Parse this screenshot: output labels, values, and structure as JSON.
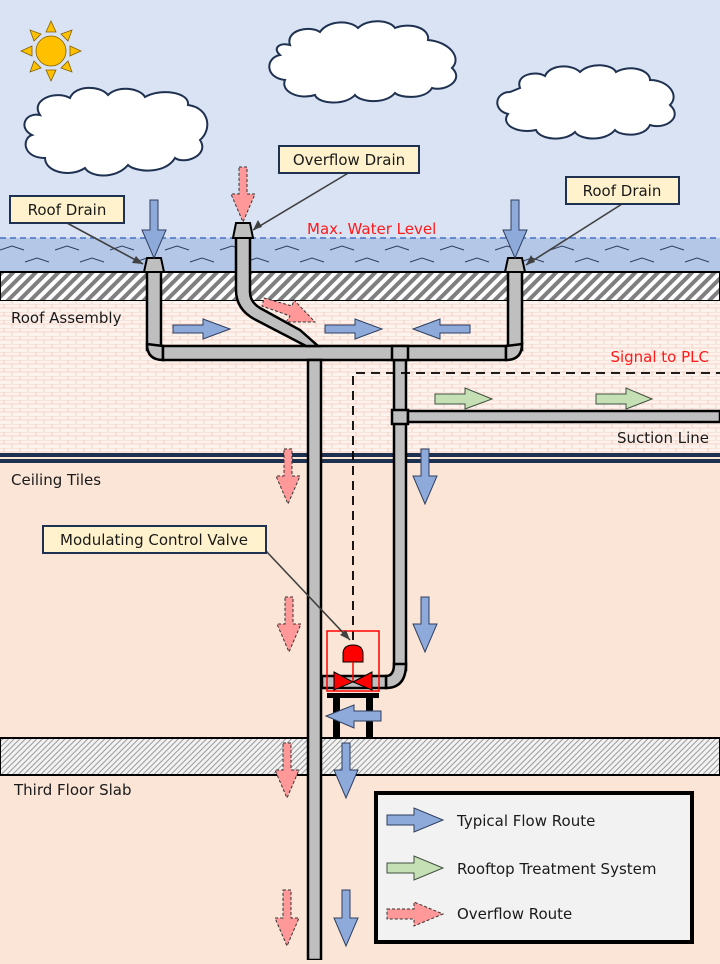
{
  "diagram": {
    "title": "Rooftop stormwater drainage and treatment diagram",
    "callouts": {
      "roof_drain_left": "Roof Drain",
      "overflow_drain": "Overflow Drain",
      "roof_drain_right": "Roof Drain",
      "modulating_valve": "Modulating Control Valve"
    },
    "labels": {
      "max_water_level": "Max. Water Level",
      "roof_assembly": "Roof Assembly",
      "signal_to_plc": "Signal to PLC",
      "suction_line": "Suction Line",
      "ceiling_tiles": "Ceiling Tiles",
      "third_floor_slab": "Third Floor Slab"
    },
    "legend": {
      "items": [
        {
          "label": "Typical Flow Route",
          "style": "blue-solid"
        },
        {
          "label": "Rooftop Treatment System",
          "style": "green-solid"
        },
        {
          "label": "Overflow Route",
          "style": "red-dashed"
        }
      ]
    },
    "colors": {
      "sky": "#dae3f3",
      "water": "#b4c7e7",
      "max_level_line": "#4472c4",
      "interior": "#fbe5d7",
      "typical_flow": "#8eaadb",
      "treatment_flow": "#c5e0b4",
      "overflow": "#ff9999",
      "valve": "#ff0000",
      "pipe": "#bfbfbf",
      "callout_fill": "#fff2cc",
      "sun": "#ffc000"
    },
    "icons": {
      "sun": "sun-icon",
      "cloud": "cloud-icon",
      "valve": "control-valve-icon",
      "actuator": "valve-actuator-icon"
    }
  }
}
